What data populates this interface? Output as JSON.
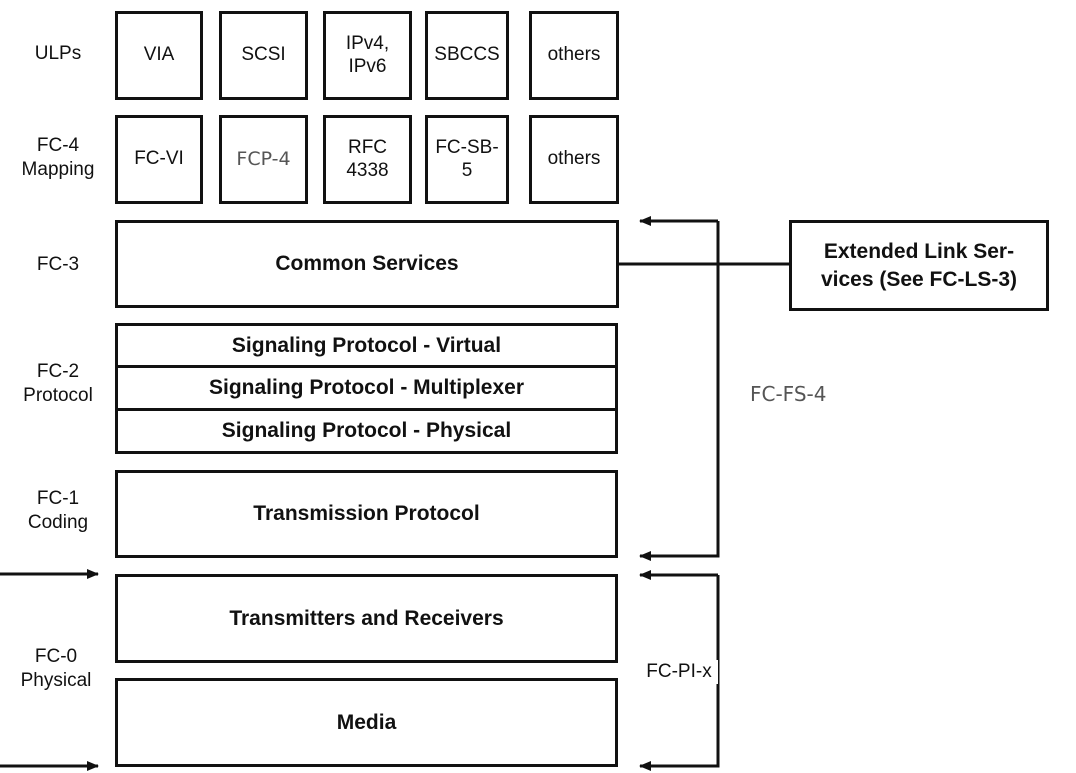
{
  "layers": {
    "ulps": "ULPs",
    "fc4": "FC-4\nMapping",
    "fc3": "FC-3",
    "fc2": "FC-2\nProtocol",
    "fc1": "FC-1\nCoding",
    "fc0": "FC-0\nPhysical"
  },
  "ulps": [
    "VIA",
    "SCSI",
    "IPv4,\nIPv6",
    "SBCCS",
    "others"
  ],
  "fc4": [
    "FC-VI",
    "FCP-4",
    "RFC\n4338",
    "FC-SB-\n5",
    "others"
  ],
  "common_services": "Common Services",
  "signaling": [
    "Signaling Protocol - Virtual",
    "Signaling Protocol - Multiplexer",
    "Signaling Protocol - Physical"
  ],
  "transmission": "Transmission Protocol",
  "txrx": "Transmitters and Receivers",
  "media": "Media",
  "els": "Extended Link Ser-\nvices (See FC-LS-3)",
  "fc_fs": "FC-FS-4",
  "fc_pi": "FC-PI-x"
}
